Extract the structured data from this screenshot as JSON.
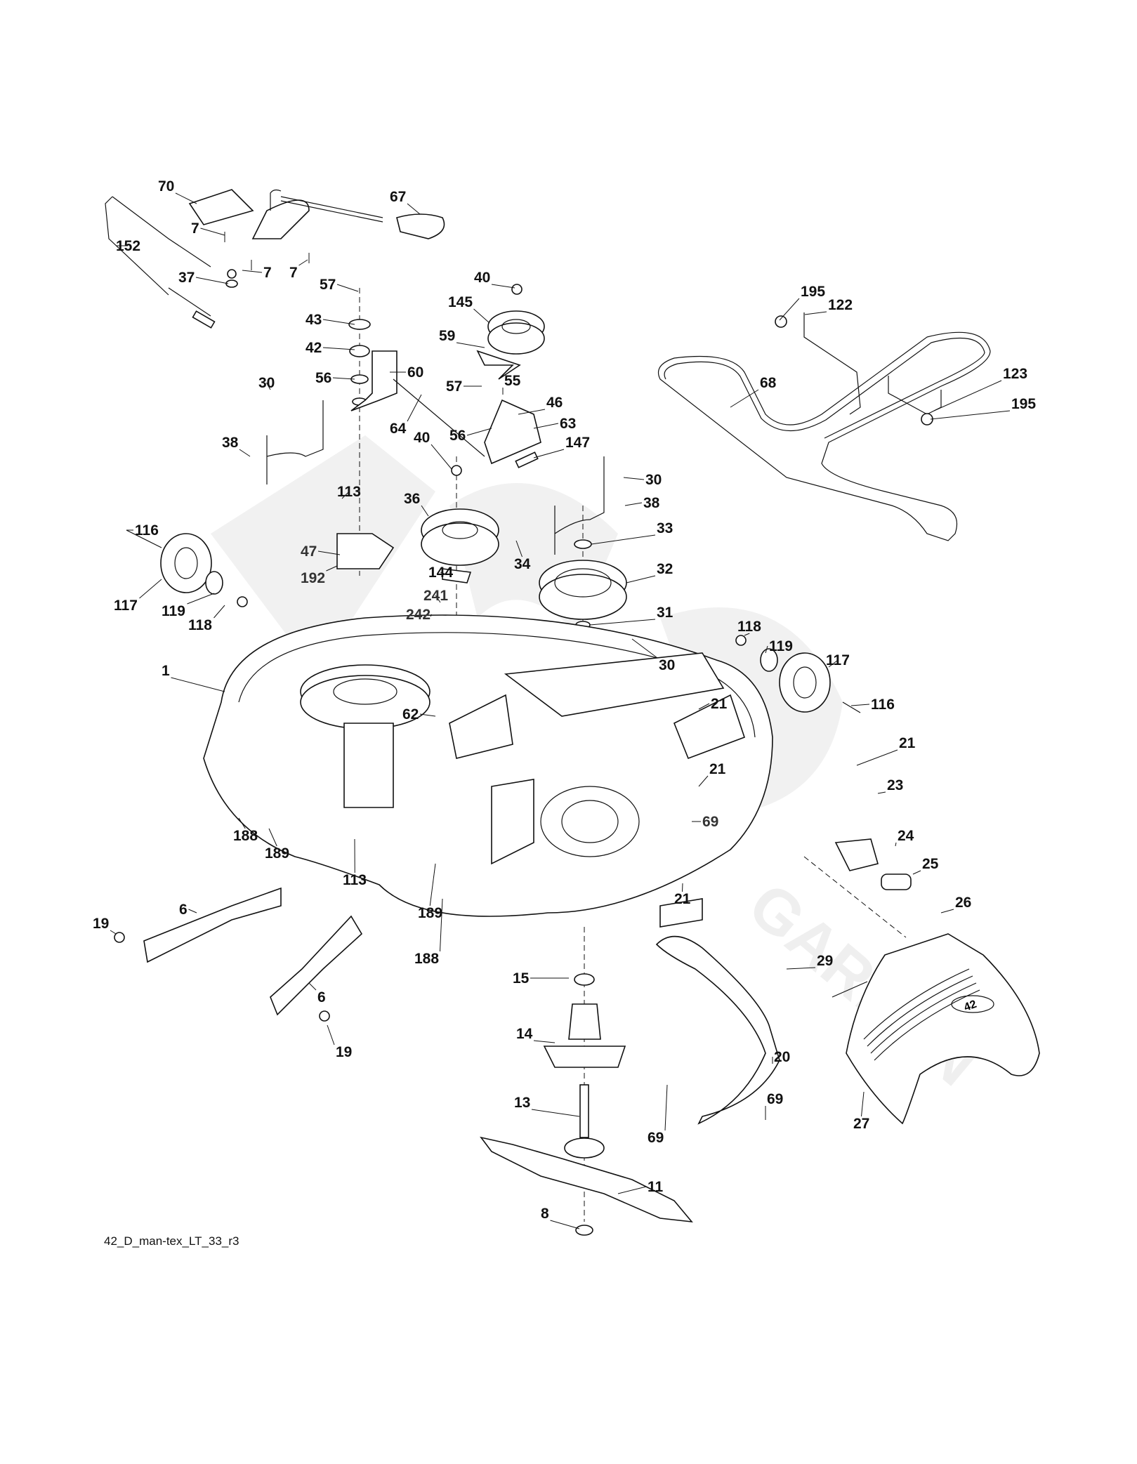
{
  "diagram": {
    "title": "Mower deck exploded parts diagram",
    "reference_code": "42_D_man-tex_LT_33_r3",
    "watermark": "GARDEN",
    "deck_badge": "42",
    "labels": [
      "70",
      "67",
      "7",
      "7",
      "7",
      "152",
      "37",
      "57",
      "43",
      "42",
      "40",
      "145",
      "59",
      "60",
      "56",
      "57",
      "55",
      "46",
      "64",
      "56",
      "63",
      "147",
      "30",
      "38",
      "40",
      "36",
      "34",
      "30",
      "38",
      "113",
      "116",
      "47",
      "192",
      "33",
      "32",
      "117",
      "119",
      "118",
      "144",
      "241",
      "242",
      "31",
      "30",
      "1",
      "195",
      "122",
      "68",
      "123",
      "195",
      "118",
      "119",
      "117",
      "116",
      "21",
      "62",
      "21",
      "21",
      "23",
      "69",
      "24",
      "25",
      "188",
      "189",
      "113",
      "189",
      "188",
      "21",
      "26",
      "19",
      "6",
      "6",
      "19",
      "15",
      "29",
      "14",
      "20",
      "69",
      "69",
      "13",
      "27",
      "11",
      "8"
    ]
  }
}
